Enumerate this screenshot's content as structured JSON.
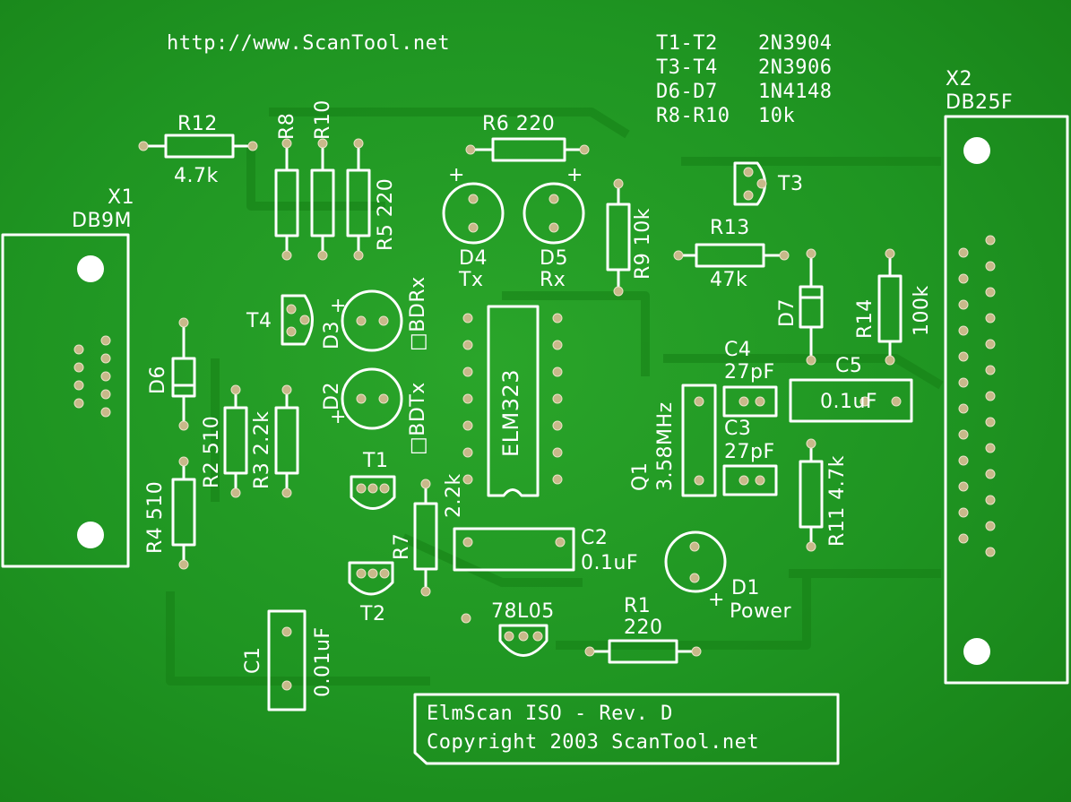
{
  "header": {
    "url": "http://www.ScanTool.net"
  },
  "parts_table": [
    {
      "ref": "T1-T2",
      "value": "2N3904"
    },
    {
      "ref": "T3-T4",
      "value": "2N3906"
    },
    {
      "ref": "D6-D7",
      "value": "1N4148"
    },
    {
      "ref": "R8-R10",
      "value": "10k"
    }
  ],
  "connectors": {
    "x1_ref": "X1",
    "x1_type": "DB9M",
    "x2_ref": "X2",
    "x2_type": "DB25F"
  },
  "components": {
    "r12": "R12",
    "r12_val": "4.7k",
    "r8": "R8",
    "r10": "R10",
    "r5": "R5 220",
    "r6": "R6 220",
    "d4": "D4",
    "d4_sub": "Tx",
    "d5": "D5",
    "d5_sub": "Rx",
    "r9": "R9 10k",
    "t3": "T3",
    "r13": "R13",
    "r13_val": "47k",
    "d7": "D7",
    "r14": "R14",
    "r14_val": "100k",
    "t4": "T4",
    "d3": "D3",
    "d3_sig": "□BDRx",
    "d2": "D2",
    "d2_sig": "□BDTx",
    "d6": "D6",
    "r2": "R2 510",
    "r3": "R3 2.2k",
    "r4": "R4 510",
    "t1": "T1",
    "t2": "T2",
    "r7": "R7",
    "r7_val": "2.2k",
    "ic": "ELM323",
    "c2": "C2",
    "c2_val": "0.1uF",
    "c4": "C4",
    "c4_val": "27pF",
    "c5": "C5",
    "c5_val": "0.1uF",
    "c3": "C3",
    "c3_val": "27pF",
    "q1": "Q1",
    "q1_val": "3.58MHz",
    "r11": "R11 4.7k",
    "d1": "D1",
    "d1_val": "Power",
    "reg": "78L05",
    "r1": "R1",
    "r1_val": "220",
    "c1": "C1",
    "c1_val": "0.01uF"
  },
  "footer": {
    "title": "ElmScan ISO - Rev. D",
    "copyright": "Copyright 2003 ScanTool.net"
  },
  "colors": {
    "board": "#1f9522",
    "silkscreen": "#ffffff",
    "pad": "#c8b98a"
  }
}
